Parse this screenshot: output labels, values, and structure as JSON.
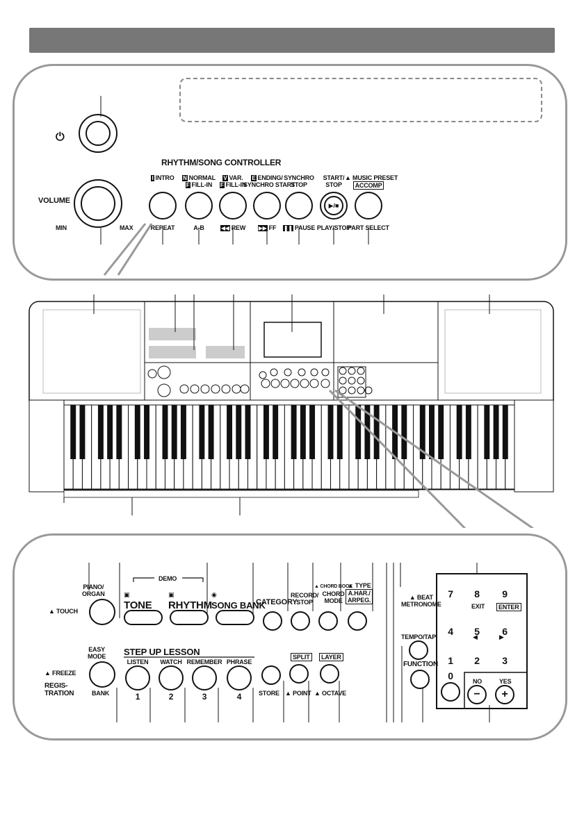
{
  "top": {
    "power_symbol": "⏻",
    "volume": "VOLUME",
    "min": "MIN",
    "max": "MAX",
    "controller_title": "RHYTHM/SONG CONTROLLER",
    "buttons": [
      {
        "box1": "I",
        "top1": "INTRO",
        "box2": "",
        "top2": "",
        "bottom": "REPEAT",
        "bottom_icon": ""
      },
      {
        "box1": "N",
        "top1": "NORMAL",
        "box2": "F",
        "top2": "FILL-IN",
        "bottom": "A-B",
        "bottom_icon": ""
      },
      {
        "box1": "V",
        "top1": "VAR.",
        "box2": "F",
        "top2": "FILL-IN",
        "bottom": "REW",
        "bottom_icon": "◀◀"
      },
      {
        "box1": "E",
        "top1": "ENDING/",
        "box2": "",
        "top2": "SYNCHRO START",
        "bottom": "FF",
        "bottom_icon": "▶▶"
      },
      {
        "box1": "",
        "top1": "SYNCHRO",
        "box2": "",
        "top2": "STOP",
        "bottom": "PAUSE",
        "bottom_icon": "❚❚"
      },
      {
        "box1": "",
        "top1": "START/",
        "box2": "",
        "top2": "STOP",
        "bottom": "PLAY/STOP",
        "bottom_icon": ""
      },
      {
        "box1": "",
        "top1": "MUSIC PRESET",
        "box2": "",
        "top2": "ACCOMP",
        "bottom": "PART SELECT",
        "bottom_icon": ""
      }
    ],
    "play_stop_glyph": "▶/■"
  },
  "bottom": {
    "piano_organ": [
      "PIANO/",
      "ORGAN"
    ],
    "touch": "TOUCH",
    "demo": "DEMO",
    "tone": "TONE",
    "rhythm": "RHYTHM",
    "song_bank": "SONG BANK",
    "category": "CATEGORY",
    "record_stop": [
      "RECORD/",
      "STOP"
    ],
    "chord_book": "CHORD BOOK",
    "chord_mode": [
      "CHORD",
      "MODE"
    ],
    "type": "TYPE",
    "arpeg": [
      "A.HAR./",
      "ARPEG."
    ],
    "beat": "BEAT",
    "metronome": "METRONOME",
    "tempo_tap": "TEMPO/TAP",
    "function": "FUNCTION",
    "easy_mode": [
      "EASY",
      "MODE"
    ],
    "freeze": "FREEZE",
    "registration": [
      "REGIS-",
      "TRATION"
    ],
    "bank": "BANK",
    "step_up_lesson": "STEP UP LESSON",
    "lessons": [
      {
        "name": "LISTEN",
        "num": "1"
      },
      {
        "name": "WATCH",
        "num": "2"
      },
      {
        "name": "REMEMBER",
        "num": "3"
      },
      {
        "name": "PHRASE",
        "num": "4"
      }
    ],
    "store": "STORE",
    "split": "SPLIT",
    "point": "POINT",
    "layer": "LAYER",
    "octave": "OCTAVE",
    "keypad": {
      "digits": [
        "7",
        "8",
        "9",
        "4",
        "5",
        "6",
        "1",
        "2",
        "3",
        "0"
      ],
      "exit": "EXIT",
      "enter": "ENTER",
      "no": "NO",
      "yes": "YES",
      "minus": "−",
      "plus": "+",
      "left_arrow": "◀",
      "right_arrow": "▶"
    }
  },
  "icons": [
    "power-icon",
    "shift-hand-icon",
    "tone-icon",
    "rhythm-icon",
    "song-bank-icon"
  ]
}
